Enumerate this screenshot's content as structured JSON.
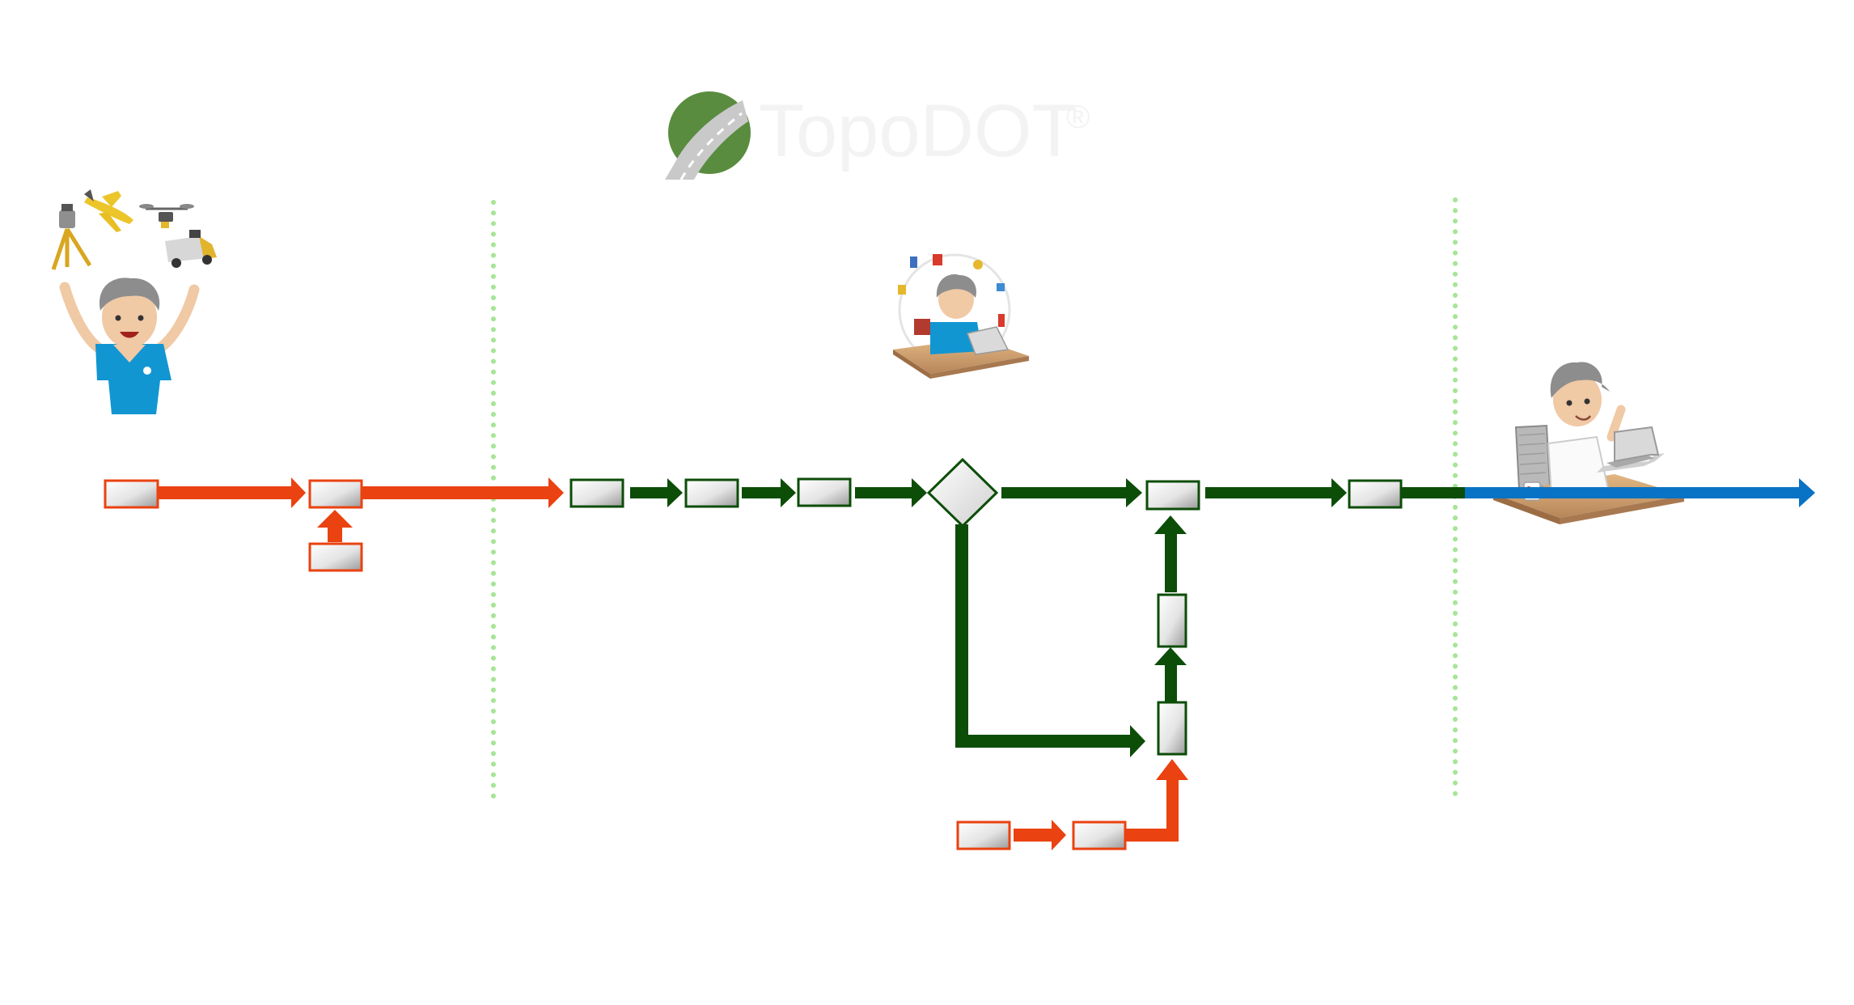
{
  "logo": {
    "brand": "TopoDOT",
    "registered_mark": "®",
    "icon": "road-logo-icon"
  },
  "colors": {
    "acquisition": "#ea4210",
    "processing": "#0c4d08",
    "delivery": "#0873c4",
    "divider": "#a6e596",
    "logo_green": "#5a8c3f",
    "logo_road": "#c9c9c9"
  },
  "illustrations": {
    "acquisition": {
      "person": "cheering-surveyor-illustration",
      "equipment": [
        "survey-tripod-icon",
        "airplane-icon",
        "drone-icon",
        "mapping-van-icon"
      ]
    },
    "processing": {
      "person": "juggling-desk-worker-illustration"
    },
    "delivery": {
      "person": "laptop-desk-worker-illustration",
      "mug_icon": "coffee-mug-icon"
    }
  }
}
